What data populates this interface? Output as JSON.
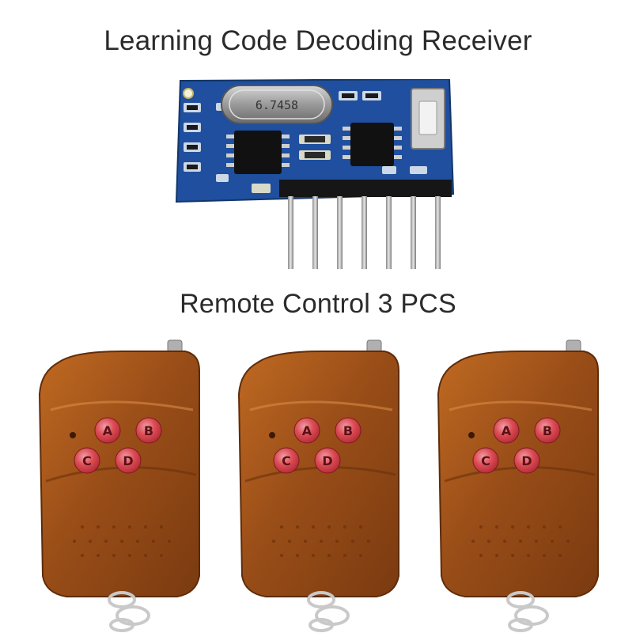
{
  "product": {
    "title": "Learning Code Decoding Receiver",
    "subtitle": "Remote Control 3 PCS",
    "crystal_marking": "6.7458",
    "remotes": [
      {
        "buttons": [
          "A",
          "B",
          "C",
          "D"
        ]
      },
      {
        "buttons": [
          "A",
          "B",
          "C",
          "D"
        ]
      },
      {
        "buttons": [
          "A",
          "B",
          "C",
          "D"
        ]
      }
    ]
  },
  "colors": {
    "pcb": "#1d4f9c",
    "remote_wood": "#a8581c",
    "button_red": "#d8414a",
    "pin_metal": "#b8b8b8"
  }
}
